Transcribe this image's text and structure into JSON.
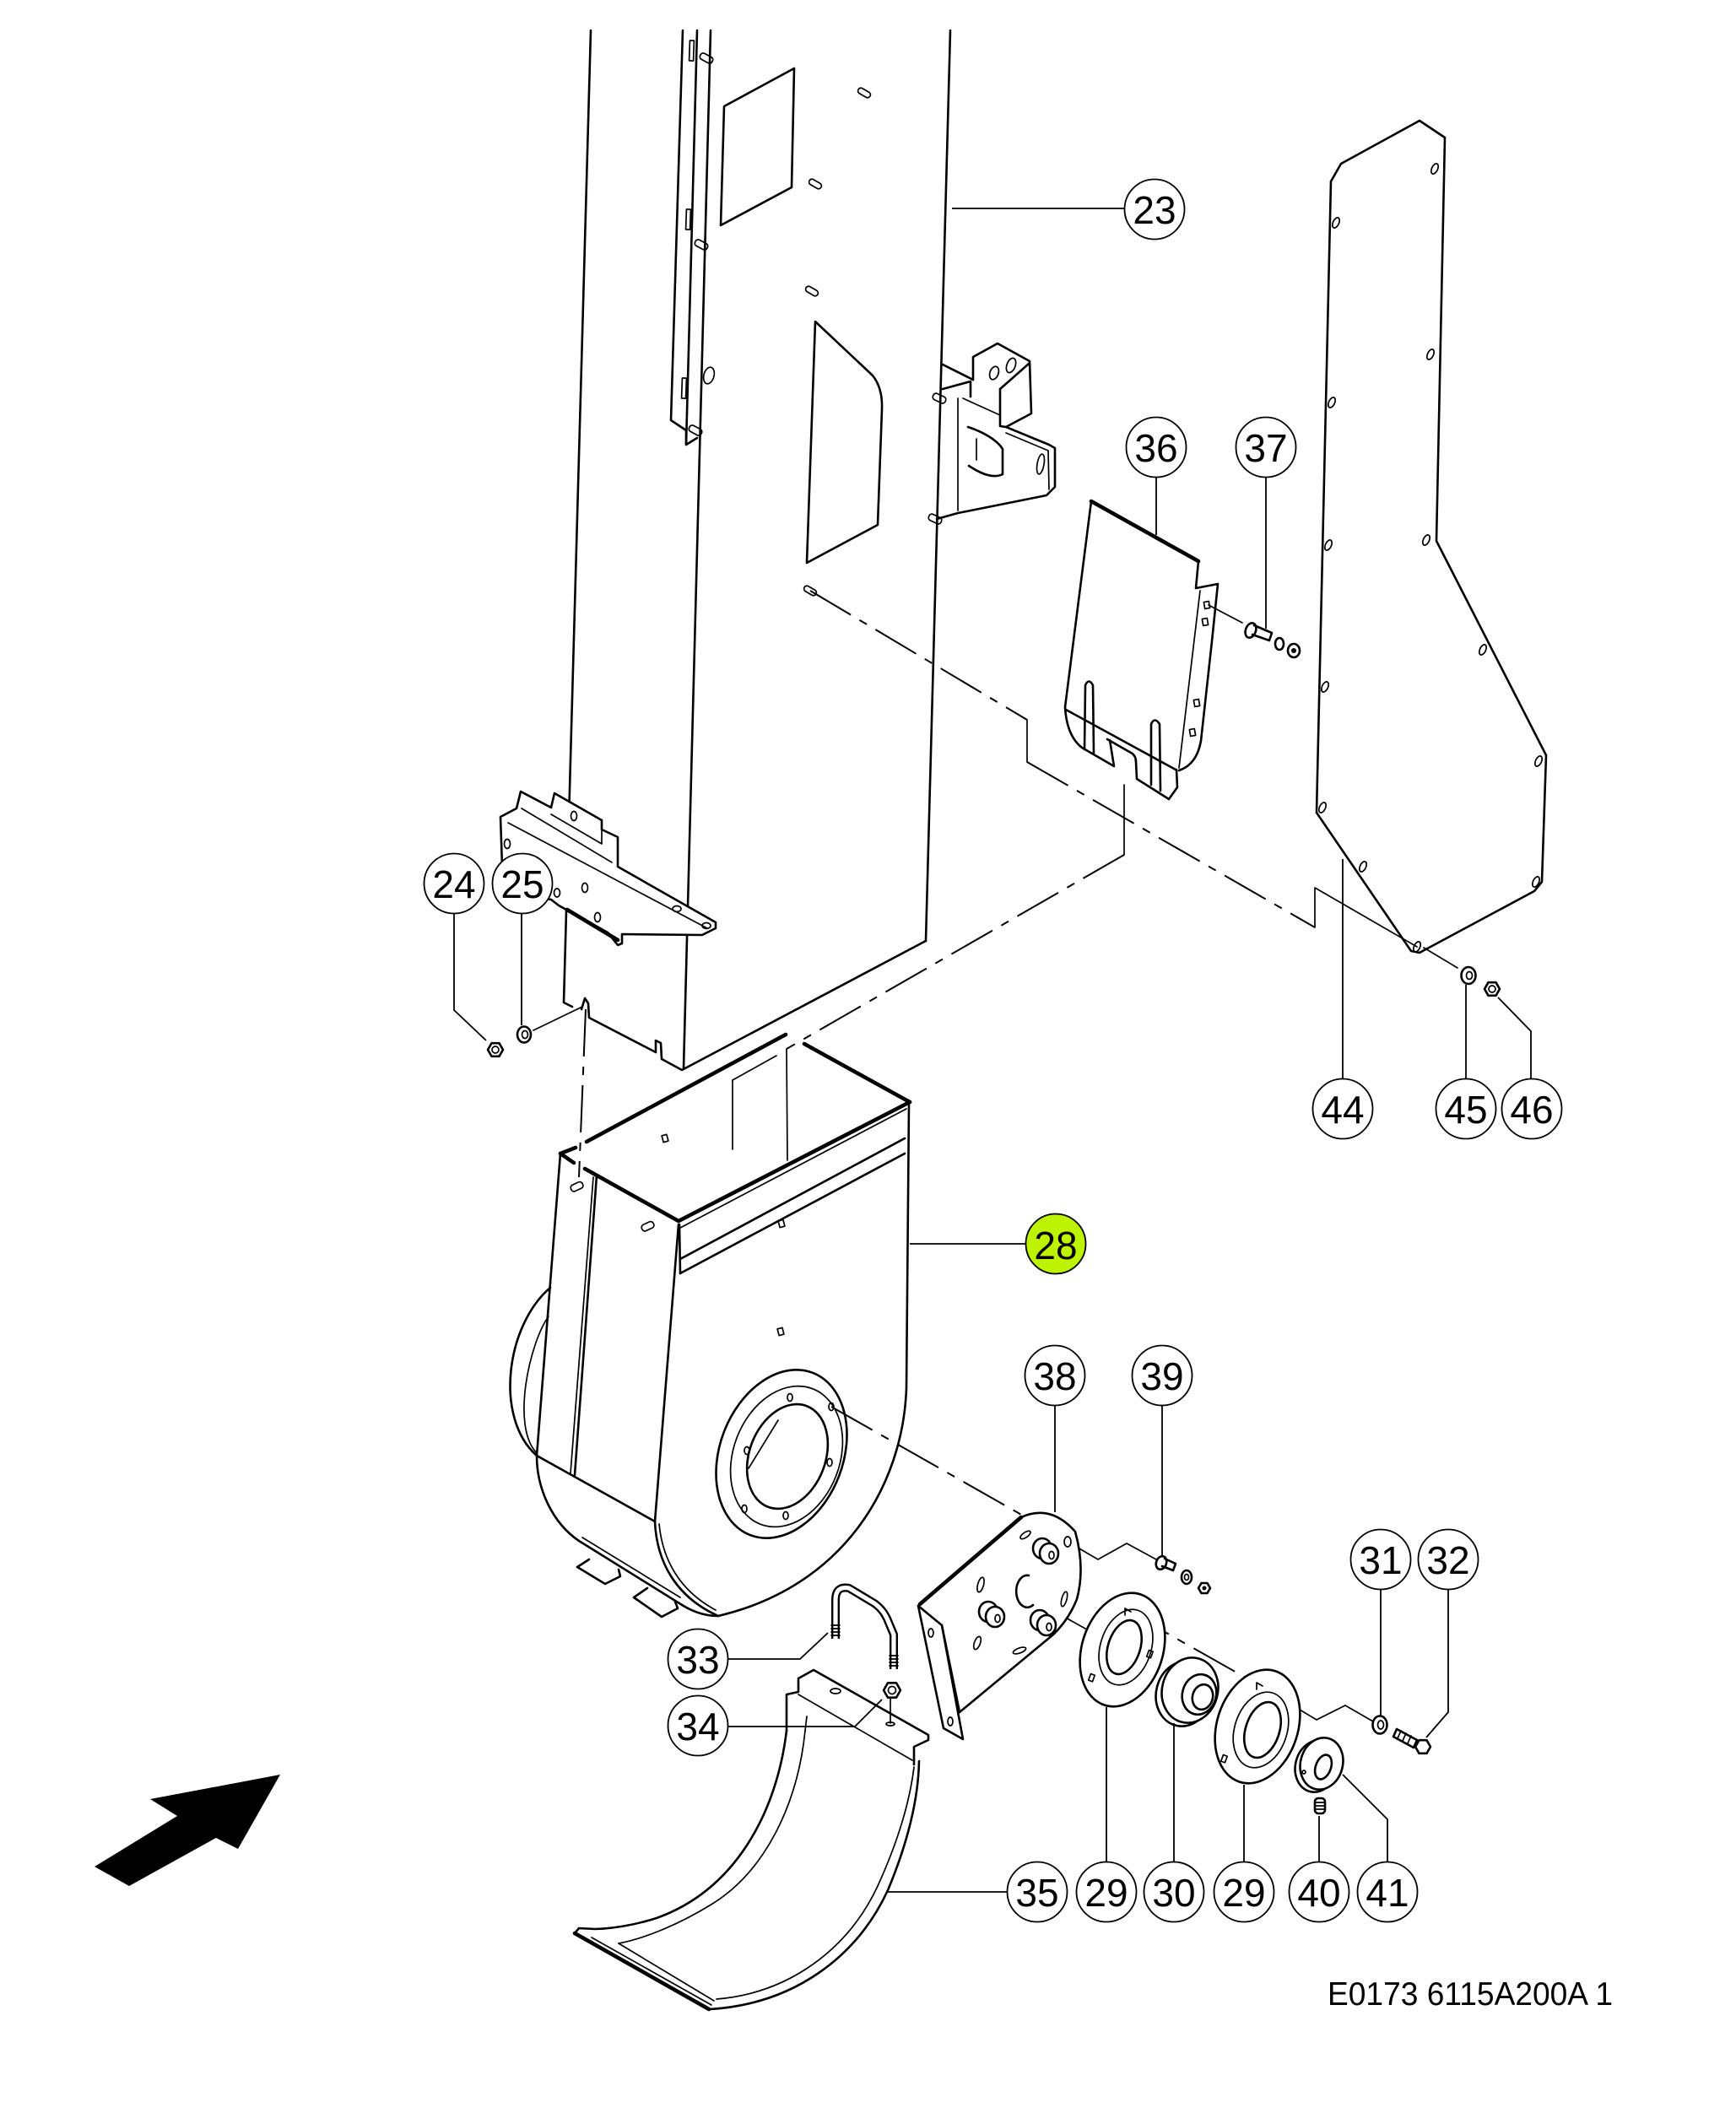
{
  "diagram": {
    "type": "exploded parts diagram",
    "line_color": "#000000",
    "background_color": "#ffffff",
    "highlight_color": "#bdf200",
    "selected_callout": "28",
    "callouts": [
      {
        "label": "23",
        "highlighted": false
      },
      {
        "label": "36",
        "highlighted": false
      },
      {
        "label": "37",
        "highlighted": false
      },
      {
        "label": "24",
        "highlighted": false
      },
      {
        "label": "25",
        "highlighted": false
      },
      {
        "label": "44",
        "highlighted": false
      },
      {
        "label": "45",
        "highlighted": false
      },
      {
        "label": "46",
        "highlighted": false
      },
      {
        "label": "28",
        "highlighted": true
      },
      {
        "label": "38",
        "highlighted": false
      },
      {
        "label": "39",
        "highlighted": false
      },
      {
        "label": "31",
        "highlighted": false
      },
      {
        "label": "32",
        "highlighted": false
      },
      {
        "label": "33",
        "highlighted": false
      },
      {
        "label": "34",
        "highlighted": false
      },
      {
        "label": "35",
        "highlighted": false
      },
      {
        "label": "29",
        "highlighted": false
      },
      {
        "label": "30",
        "highlighted": false
      },
      {
        "label": "29",
        "highlighted": false
      },
      {
        "label": "40",
        "highlighted": false
      },
      {
        "label": "41",
        "highlighted": false
      }
    ],
    "icons": {
      "orientation_arrow": "direction-arrow-icon"
    },
    "reference_code": "E0173 6115A200A 1"
  }
}
